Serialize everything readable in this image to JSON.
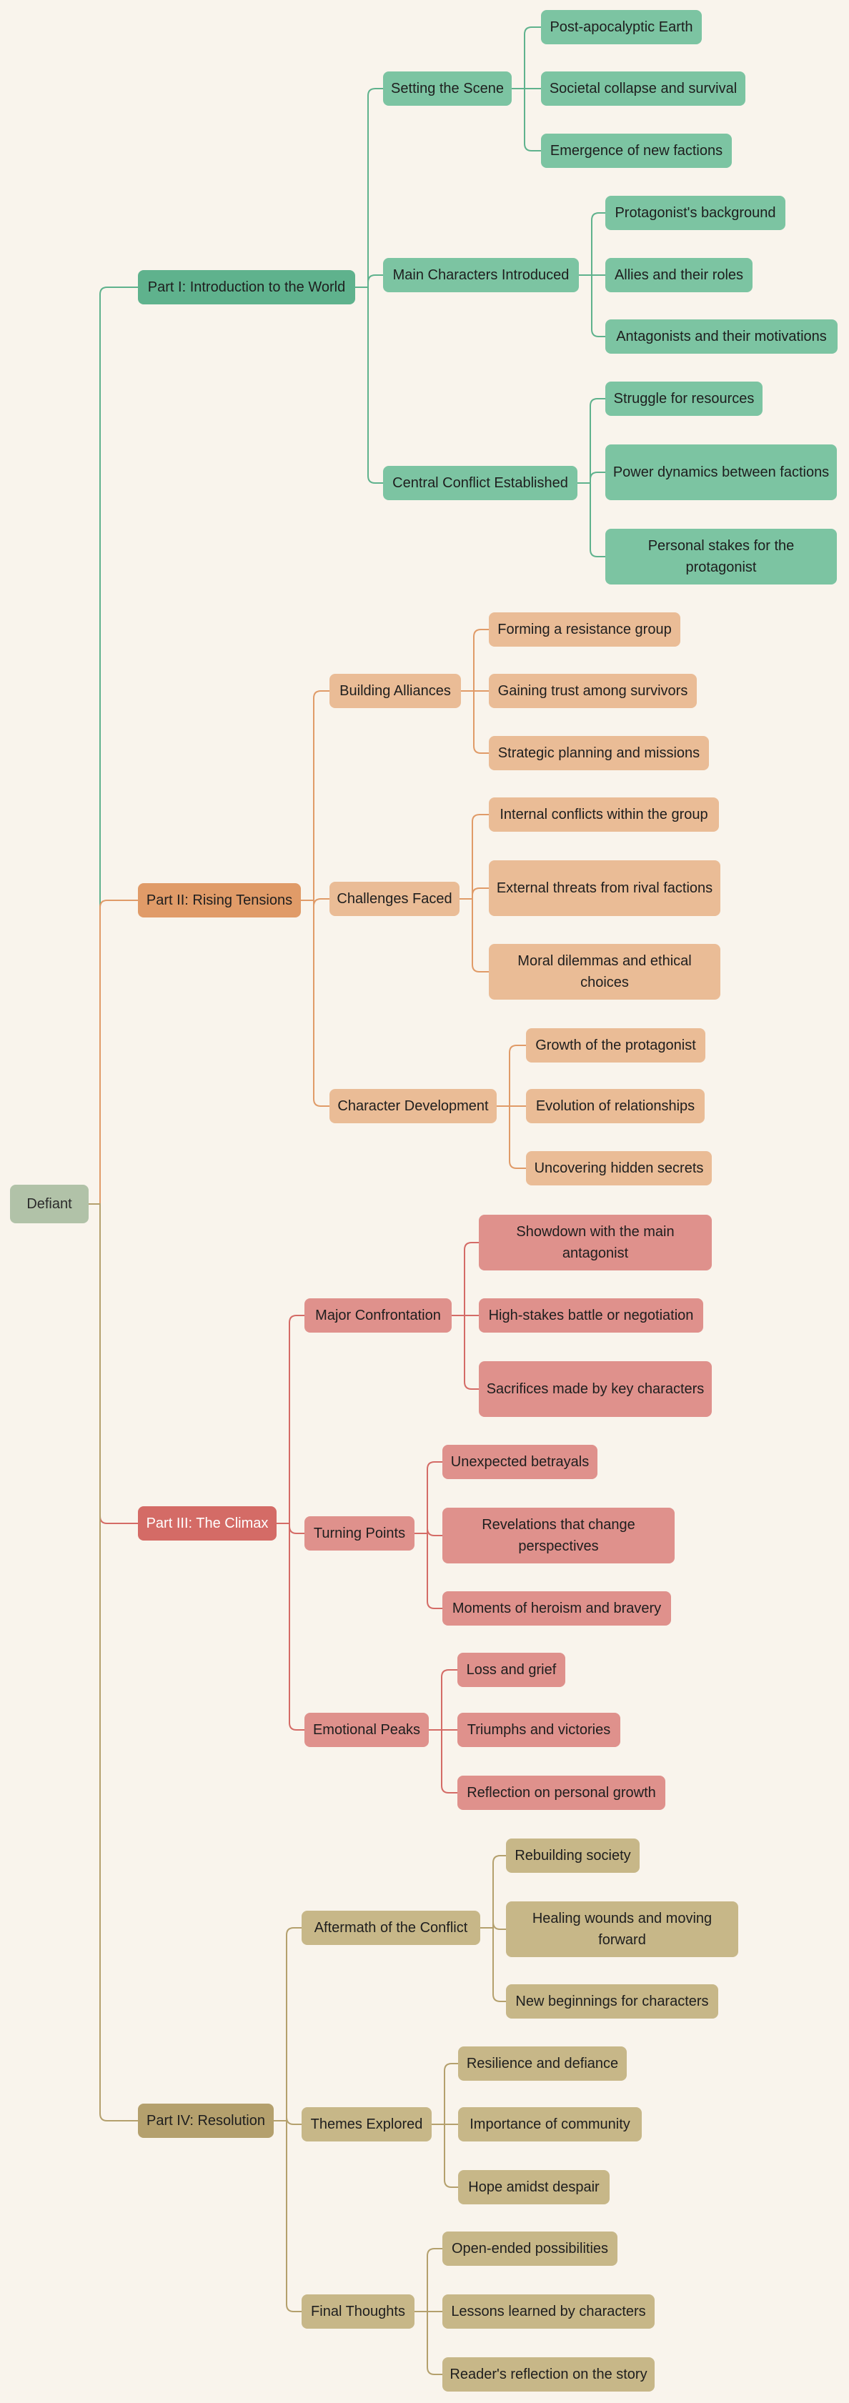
{
  "root": {
    "label": "Defiant",
    "color": "#b1c2a8"
  },
  "branches": [
    {
      "label": "Part I: Introduction to the World",
      "color": "#5fb28d",
      "line_color": "#5fb28d",
      "light": "#7cc4a2",
      "text_color": "#1e1e1e",
      "children": [
        {
          "label": "Setting the Scene",
          "children": [
            "Post-apocalyptic Earth",
            "Societal collapse and survival",
            "Emergence of new factions"
          ]
        },
        {
          "label": "Main Characters Introduced",
          "children": [
            "Protagonist's background",
            "Allies and their roles",
            "Antagonists and their motivations"
          ]
        },
        {
          "label": "Central Conflict Established",
          "children": [
            "Struggle for resources",
            "Power dynamics between factions",
            "Personal stakes for the protagonist"
          ]
        }
      ]
    },
    {
      "label": "Part II: Rising Tensions",
      "color": "#e09b68",
      "line_color": "#e09b68",
      "light": "#eabc96",
      "text_color": "#1e1e1e",
      "children": [
        {
          "label": "Building Alliances",
          "children": [
            "Forming a resistance group",
            "Gaining trust among survivors",
            "Strategic planning and missions"
          ]
        },
        {
          "label": "Challenges Faced",
          "children": [
            "Internal conflicts within the group",
            "External threats from rival factions",
            "Moral dilemmas and ethical choices"
          ]
        },
        {
          "label": "Character Development",
          "children": [
            "Growth of the protagonist",
            "Evolution of relationships",
            "Uncovering hidden secrets"
          ]
        }
      ]
    },
    {
      "label": "Part III: The Climax",
      "color": "#d46b66",
      "line_color": "#d46b66",
      "light": "#df918c",
      "text_color": "#ffffff",
      "children": [
        {
          "label": "Major Confrontation",
          "children": [
            "Showdown with the main antagonist",
            "High-stakes battle or negotiation",
            "Sacrifices made by key characters"
          ]
        },
        {
          "label": "Turning Points",
          "children": [
            "Unexpected betrayals",
            "Revelations that change perspectives",
            "Moments of heroism and bravery"
          ]
        },
        {
          "label": "Emotional Peaks",
          "children": [
            "Loss and grief",
            "Triumphs and victories",
            "Reflection on personal growth"
          ]
        }
      ]
    },
    {
      "label": "Part IV: Resolution",
      "color": "#b4a06d",
      "line_color": "#b4a06d",
      "light": "#c7b788",
      "text_color": "#1e1e1e",
      "children": [
        {
          "label": "Aftermath of the Conflict",
          "children": [
            "Rebuilding society",
            "Healing wounds and moving forward",
            "New beginnings for characters"
          ]
        },
        {
          "label": "Themes Explored",
          "children": [
            "Resilience and defiance",
            "Importance of community",
            "Hope amidst despair"
          ]
        },
        {
          "label": "Final Thoughts",
          "children": [
            "Open-ended possibilities",
            "Lessons learned by characters",
            "Reader's reflection on the story"
          ]
        }
      ]
    }
  ]
}
